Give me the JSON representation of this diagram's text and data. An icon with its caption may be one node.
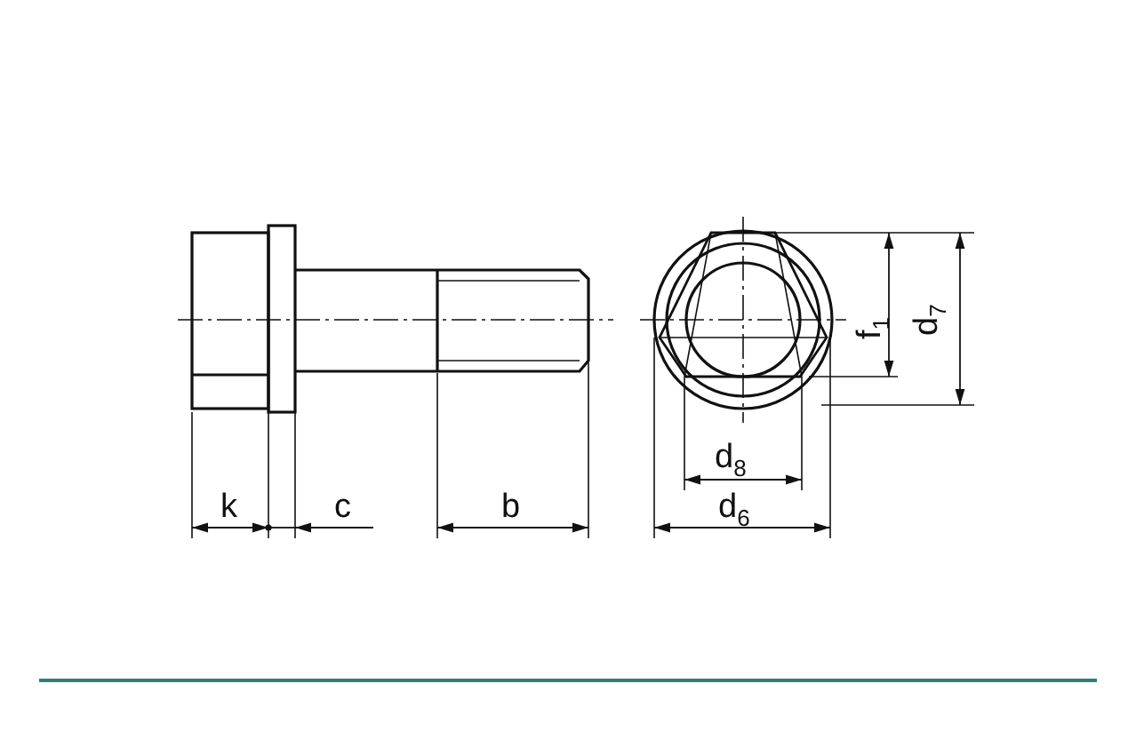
{
  "diagram": {
    "labels": [
      "k",
      "c",
      "b",
      "d$_{8}$",
      "d$_{6}$",
      "f$_{1}$",
      "d$_{7}$"
    ]
  }
}
